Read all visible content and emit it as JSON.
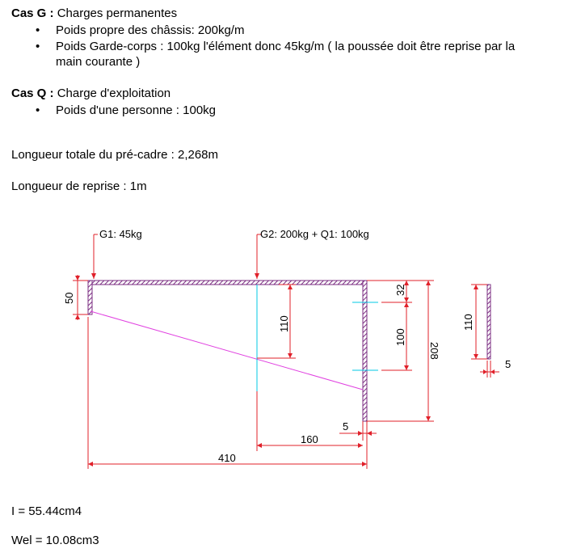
{
  "case_g": {
    "label": "Cas G :",
    "title": "Charges permanentes",
    "items": [
      "Poids propre des châssis: 200kg/m",
      "Poids Garde-corps : 100kg l'élément donc 45kg/m ( la poussée doit être reprise par la",
      "main courante )"
    ]
  },
  "case_q": {
    "label": "Cas Q :",
    "title": "Charge d'exploitation",
    "items": [
      "Poids d'une personne : 100kg"
    ]
  },
  "longueur_totale": "Longueur totale du pré-cadre : 2,268m",
  "longueur_reprise": "Longueur de reprise : 1m",
  "drawing": {
    "load_g1": "G1: 45kg",
    "load_g2": "G2: 200kg + Q1: 100kg",
    "dim_50": "50",
    "dim_110_mid": "110",
    "dim_32": "32",
    "dim_100": "100",
    "dim_208": "208",
    "dim_5_right": "5",
    "dim_160": "160",
    "dim_410": "410",
    "dim_110_side": "110",
    "dim_5_side": "5"
  },
  "results": {
    "inertia": "I = 55.44cm4",
    "wel": "Wel = 10.08cm3"
  },
  "colors": {
    "profile": "#7b2e82",
    "dimension": "#e0202a",
    "axis": "#00c8e6",
    "diagonal": "#e040e0"
  }
}
